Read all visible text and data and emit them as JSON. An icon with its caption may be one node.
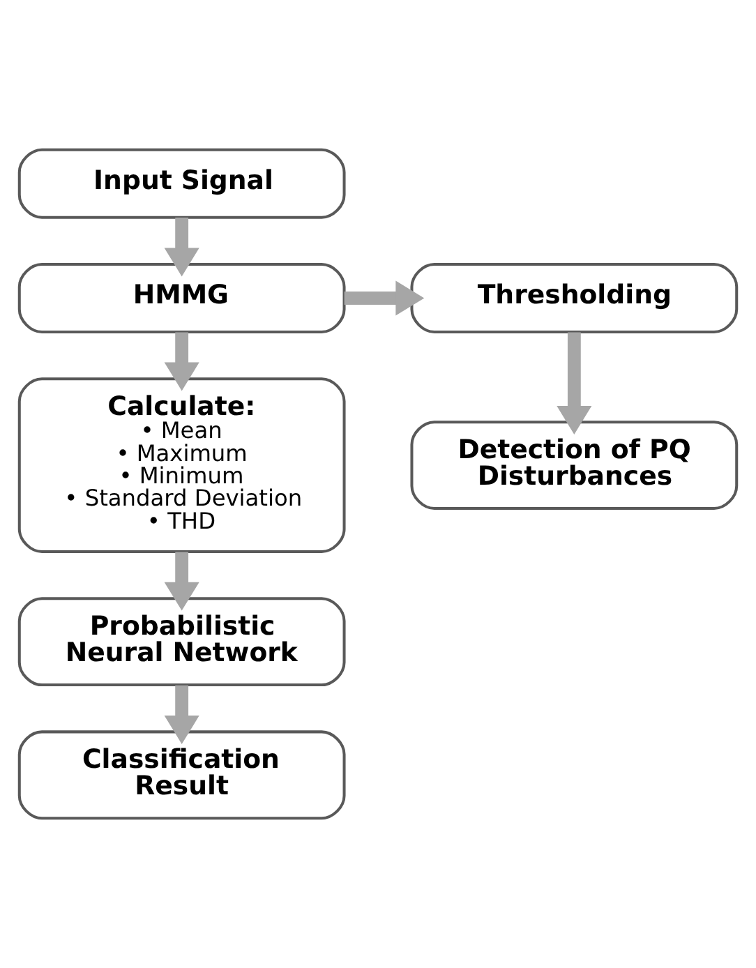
{
  "diagram": {
    "nodes": [
      {
        "text": [
          "Input Signal"
        ]
      },
      {
        "text": [
          "HMMG"
        ]
      },
      {
        "text": [
          "Thresholding"
        ]
      },
      {
        "text": [
          "Detection of PQ Disturbances"
        ]
      },
      {
        "text": [
          "Calculate:",
          "• Mean",
          "• Maximum",
          "• Minimum",
          "• Standard Deviation",
          "• THD"
        ]
      },
      {
        "text": [
          "Probabilistic Neural Network"
        ]
      },
      {
        "text": [
          "Classification Result"
        ]
      }
    ],
    "edges": [
      {
        "from": 0,
        "to": 1,
        "arrow": "to"
      },
      {
        "from": 1,
        "to": 2,
        "arrow": "to"
      },
      {
        "from": 2,
        "to": 3,
        "arrow": "to"
      },
      {
        "from": 1,
        "to": 4,
        "arrow": "to"
      },
      {
        "from": 4,
        "to": 5,
        "arrow": "to"
      },
      {
        "from": 5,
        "to": 6,
        "arrow": "to"
      }
    ]
  }
}
